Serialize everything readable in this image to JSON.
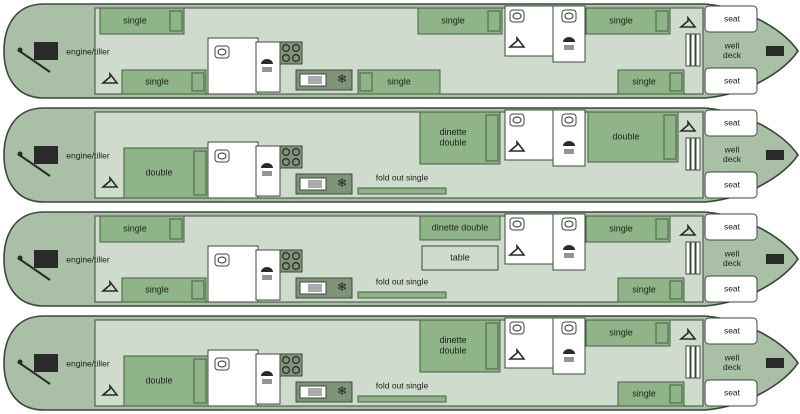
{
  "colors": {
    "hull": "#a9bfa6",
    "hull_stroke": "#3a4a3a",
    "cabin": "#cfdccd",
    "bed": "#8fb488",
    "bed_stroke": "#4a5e46",
    "white": "#ffffff",
    "galley": "#7f9479",
    "dark": "#2a2a2a"
  },
  "boats": [
    {
      "labels": {
        "engine": "engine/tiller",
        "aft_top": "single",
        "aft_bottom": "single",
        "mid_bottom": "single",
        "fore_top": "single",
        "bow_top": "single",
        "bow_bottom": "single",
        "seat_top": "seat",
        "seat_bottom": "seat",
        "deck": "well\ndeck"
      }
    },
    {
      "labels": {
        "engine": "engine/tiller",
        "aft_double": "double",
        "fold": "fold out single",
        "dinette": "dinette\ndouble",
        "bow_double": "double",
        "seat_top": "seat",
        "seat_bottom": "seat",
        "deck": "well\ndeck"
      }
    },
    {
      "labels": {
        "engine": "engine/tiller",
        "aft_top": "single",
        "aft_bottom": "single",
        "fold": "fold out single",
        "dinette_wide": "dinette double",
        "table": "table",
        "bow_top": "single",
        "bow_bottom": "single",
        "seat_top": "seat",
        "seat_bottom": "seat",
        "deck": "well\ndeck"
      }
    },
    {
      "labels": {
        "engine": "engine/tiller",
        "aft_double": "double",
        "fold": "fold out single",
        "dinette": "dinette\ndouble",
        "bow_top": "single",
        "bow_bottom": "single",
        "seat_top": "seat",
        "seat_bottom": "seat",
        "deck": "well\ndeck"
      }
    }
  ]
}
